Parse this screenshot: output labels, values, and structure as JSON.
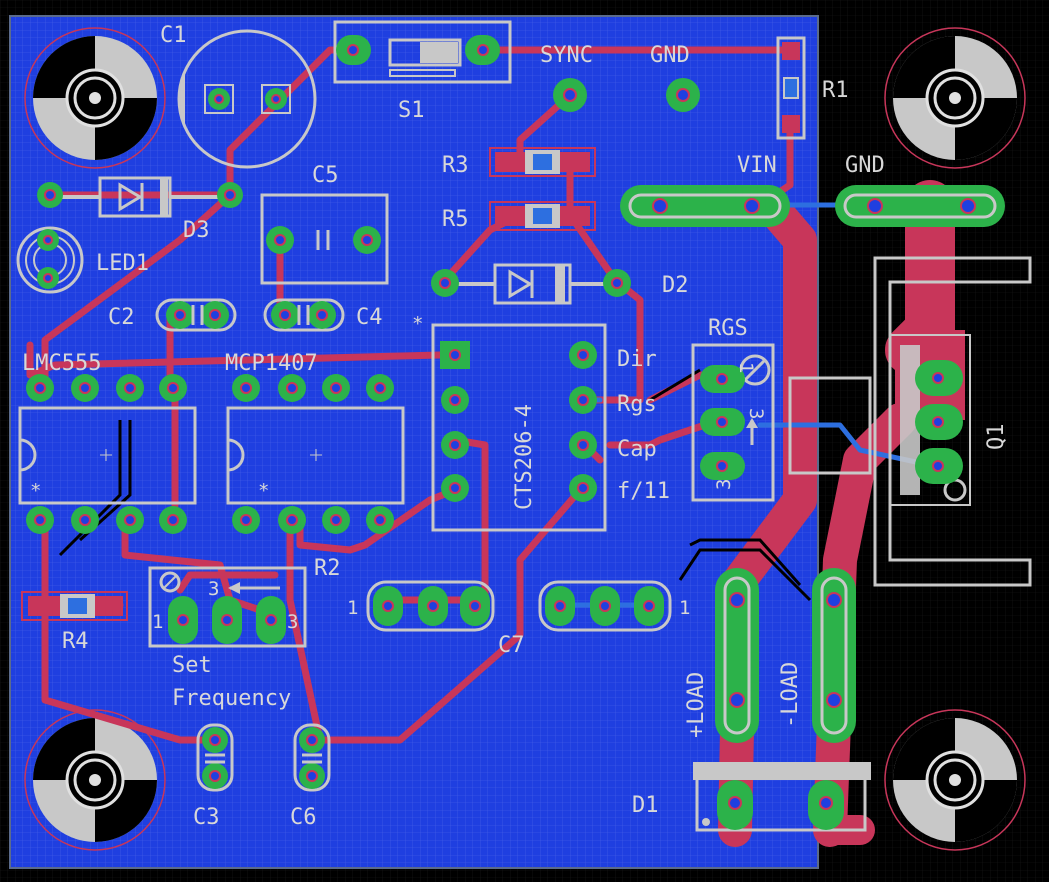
{
  "title": "",
  "colors": {
    "board": "#1f3fe0",
    "background": "#000000",
    "top_copper": "#c8365a",
    "bottom_copper": "#2d6fe0",
    "pad": "#2cb24a",
    "silkscreen": "#c8c8c8"
  },
  "components": {
    "c1": "C1",
    "s1": "S1",
    "sync": "SYNC",
    "gnd_top": "GND",
    "r1": "R1",
    "c5": "C5",
    "r3": "R3",
    "r5": "R5",
    "vin": "VIN",
    "gnd_right": "GND",
    "d3": "D3",
    "led1": "LED1",
    "d2": "D2",
    "c2": "C2",
    "c4": "C4",
    "rgs": "RGS",
    "lmc555": "LMC555",
    "mcp1407": "MCP1407",
    "cts": "CTS206-4",
    "dir": "Dir",
    "rgs_pin": "Rgs",
    "cap": "Cap",
    "f11": "f/11",
    "q1": "Q1",
    "r2": "R2",
    "r4": "R4",
    "pot_l1": "1",
    "pot_l3": "3",
    "pot_r3": "3",
    "set": "Set",
    "frequency": "Frequency",
    "hdr_left_1": "1",
    "hdr_right_1": "1",
    "c7": "C7",
    "load_plus": "+LOAD",
    "load_minus": "-LOAD",
    "d1": "D1",
    "c3": "C3",
    "c6": "C6",
    "rgs_pot_1": "1",
    "rgs_pot_3": "3",
    "rgs_pot_3b": "3"
  }
}
